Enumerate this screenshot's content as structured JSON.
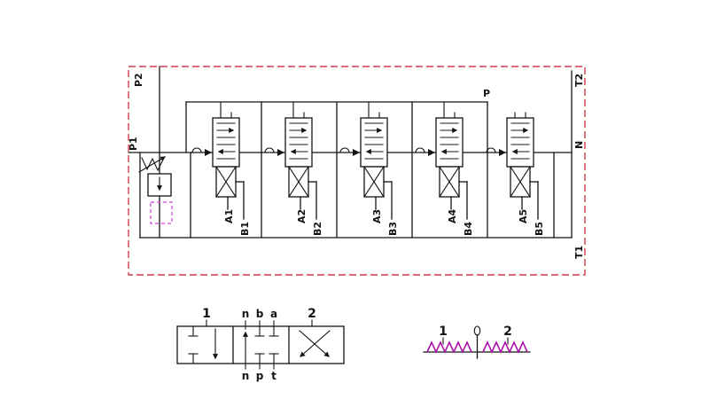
{
  "schematic": {
    "boundary_ports": {
      "p2": "P2",
      "p1": "P1",
      "t2": "T2",
      "t1": "T1",
      "n": "N",
      "p": "P"
    },
    "valve_sections": [
      {
        "port_a": "A1",
        "port_b": "B1"
      },
      {
        "port_a": "A2",
        "port_b": "B2"
      },
      {
        "port_a": "A3",
        "port_b": "B3"
      },
      {
        "port_a": "A4",
        "port_b": "B4"
      },
      {
        "port_a": "A5",
        "port_b": "B5"
      }
    ],
    "spool_detail": {
      "position_left": "1",
      "position_right": "2",
      "top_ports": [
        "n",
        "b",
        "a"
      ],
      "bottom_ports": [
        "n",
        "p",
        "t"
      ]
    },
    "spring_detail": {
      "position_left": "1",
      "position_right": "2"
    },
    "colors": {
      "boundary": "#d23b4e",
      "line": "#141414",
      "pilot": "#d93bd9",
      "spring": "#a912a9"
    }
  }
}
